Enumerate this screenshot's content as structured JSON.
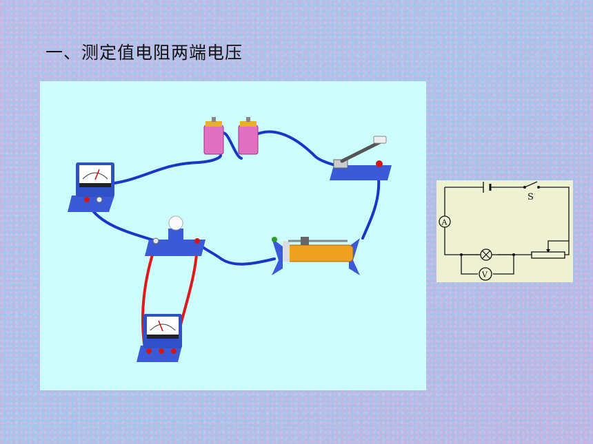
{
  "page": {
    "title": "一、测定值电阻两端电压"
  },
  "schematic": {
    "switch_label": "S",
    "ammeter_label": "A",
    "voltmeter_label": "V"
  },
  "colors": {
    "wire_blue": "#1836c8",
    "wire_red": "#e01818",
    "scene_bg": "#ccfcfc",
    "schematic_bg": "#eef2d2",
    "battery": "#e878c8",
    "rheostat_coil": "#f0a020"
  }
}
